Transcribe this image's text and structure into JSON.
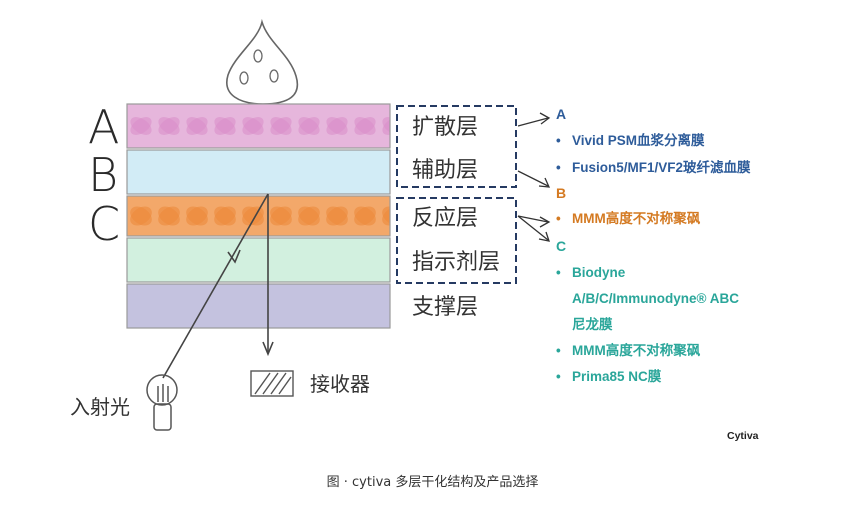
{
  "left_letters": [
    "A",
    "B",
    "C"
  ],
  "layer_labels": [
    "扩散层",
    "辅助层",
    "反应层",
    "指示剂层",
    "支撑层"
  ],
  "incident_light_label": "入射光",
  "receiver_label": "接收器",
  "groups": [
    {
      "letter": "A",
      "color": "#2e5c9a",
      "items": [
        "Vivid PSM血浆分离膜",
        "Fusion5/MF1/VF2玻纤滤血膜"
      ]
    },
    {
      "letter": "B",
      "color": "#d47a22",
      "items": [
        "MMM高度不对称聚砜"
      ]
    },
    {
      "letter": "C",
      "color": "#2aa69a",
      "items": [
        "Biodyne A/B/C/Immunodyne® ABC 尼龙膜",
        "MMM高度不对称聚砜",
        "Prima85 NC膜"
      ]
    }
  ],
  "product_lines": {
    "a1": "Vivid PSM血浆分离膜",
    "a2": "Fusion5/MF1/VF2玻纤滤血膜",
    "b1": "MMM高度不对称聚砜",
    "c1a": "Biodyne",
    "c1b": "A/B/C/Immunodyne® ABC",
    "c1c": "尼龙膜",
    "c2": "MMM高度不对称聚砜",
    "c3": "Prima85 NC膜"
  },
  "brand": "Cytiva",
  "caption": "图 · cytiva 多层干化结构及产品选择",
  "colors": {
    "layer_a": "#e6b6dc",
    "layer_b": "#d2ecf6",
    "layer_c": "#f3a86a",
    "layer_indicator": "#d2f0df",
    "layer_support": "#c4c2df",
    "group_a": "#2e5c9a",
    "group_b": "#d47a22",
    "group_c": "#2aa69a"
  }
}
